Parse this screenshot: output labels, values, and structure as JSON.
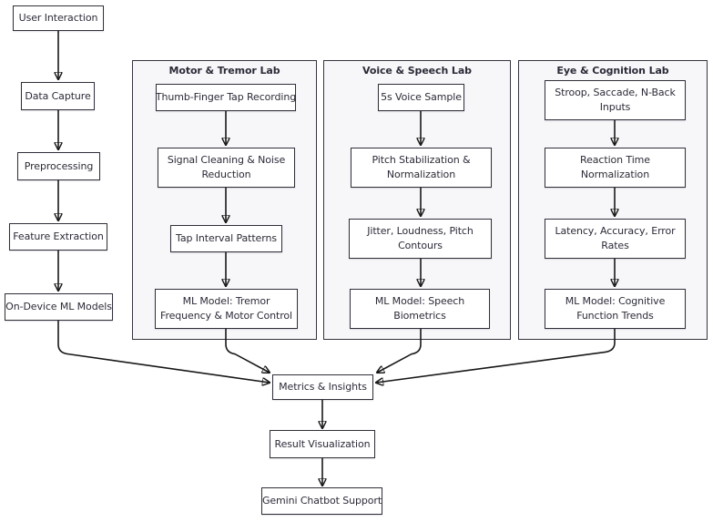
{
  "diagram": {
    "groups": {
      "motor_lab": {
        "title": "Motor & Tremor Lab"
      },
      "voice_lab": {
        "title": "Voice & Speech Lab"
      },
      "eye_lab": {
        "title": "Eye & Cognition Lab"
      }
    },
    "nodes": {
      "user_interaction": [
        "User Interaction"
      ],
      "data_capture": [
        "Data Capture"
      ],
      "preprocessing": [
        "Preprocessing"
      ],
      "feature_extraction": [
        "Feature Extraction"
      ],
      "on_device_ml": [
        "On-Device ML Models"
      ],
      "tap_recording": [
        "Thumb-Finger Tap Recording"
      ],
      "signal_cleaning": [
        "Signal Cleaning & Noise",
        "Reduction"
      ],
      "tap_interval": [
        "Tap Interval Patterns"
      ],
      "motor_ml": [
        "ML Model: Tremor",
        "Frequency & Motor Control"
      ],
      "voice_sample": [
        "5s Voice Sample"
      ],
      "pitch_stabilization": [
        "Pitch Stabilization &",
        "Normalization"
      ],
      "jitter_loudness": [
        "Jitter, Loudness, Pitch",
        "Contours"
      ],
      "speech_ml": [
        "ML Model: Speech",
        "Biometrics"
      ],
      "stroop_inputs": [
        "Stroop, Saccade, N-Back",
        "Inputs"
      ],
      "reaction_time": [
        "Reaction Time",
        "Normalization"
      ],
      "latency_accuracy": [
        "Latency, Accuracy, Error",
        "Rates"
      ],
      "cognitive_ml": [
        "ML Model: Cognitive",
        "Function Trends"
      ],
      "metrics": [
        "Metrics & Insights"
      ],
      "result_visualization": [
        "Result Visualization"
      ],
      "gemini_chatbot": [
        "Gemini Chatbot Support"
      ]
    },
    "edges": [
      [
        "user_interaction",
        "data_capture"
      ],
      [
        "data_capture",
        "preprocessing"
      ],
      [
        "preprocessing",
        "feature_extraction"
      ],
      [
        "feature_extraction",
        "on_device_ml"
      ],
      [
        "on_device_ml",
        "metrics"
      ],
      [
        "tap_recording",
        "signal_cleaning"
      ],
      [
        "signal_cleaning",
        "tap_interval"
      ],
      [
        "tap_interval",
        "motor_ml"
      ],
      [
        "motor_ml",
        "metrics"
      ],
      [
        "voice_sample",
        "pitch_stabilization"
      ],
      [
        "pitch_stabilization",
        "jitter_loudness"
      ],
      [
        "jitter_loudness",
        "speech_ml"
      ],
      [
        "speech_ml",
        "metrics"
      ],
      [
        "stroop_inputs",
        "reaction_time"
      ],
      [
        "reaction_time",
        "latency_accuracy"
      ],
      [
        "latency_accuracy",
        "cognitive_ml"
      ],
      [
        "cognitive_ml",
        "metrics"
      ],
      [
        "metrics",
        "result_visualization"
      ],
      [
        "result_visualization",
        "gemini_chatbot"
      ]
    ],
    "colors": {
      "node_fill": "#ffffff",
      "node_border": "#2f2f3a",
      "group_fill": "#f7f7f9",
      "group_border": "#35353f",
      "arrow": "#181818",
      "text": "#2b2b38"
    }
  }
}
